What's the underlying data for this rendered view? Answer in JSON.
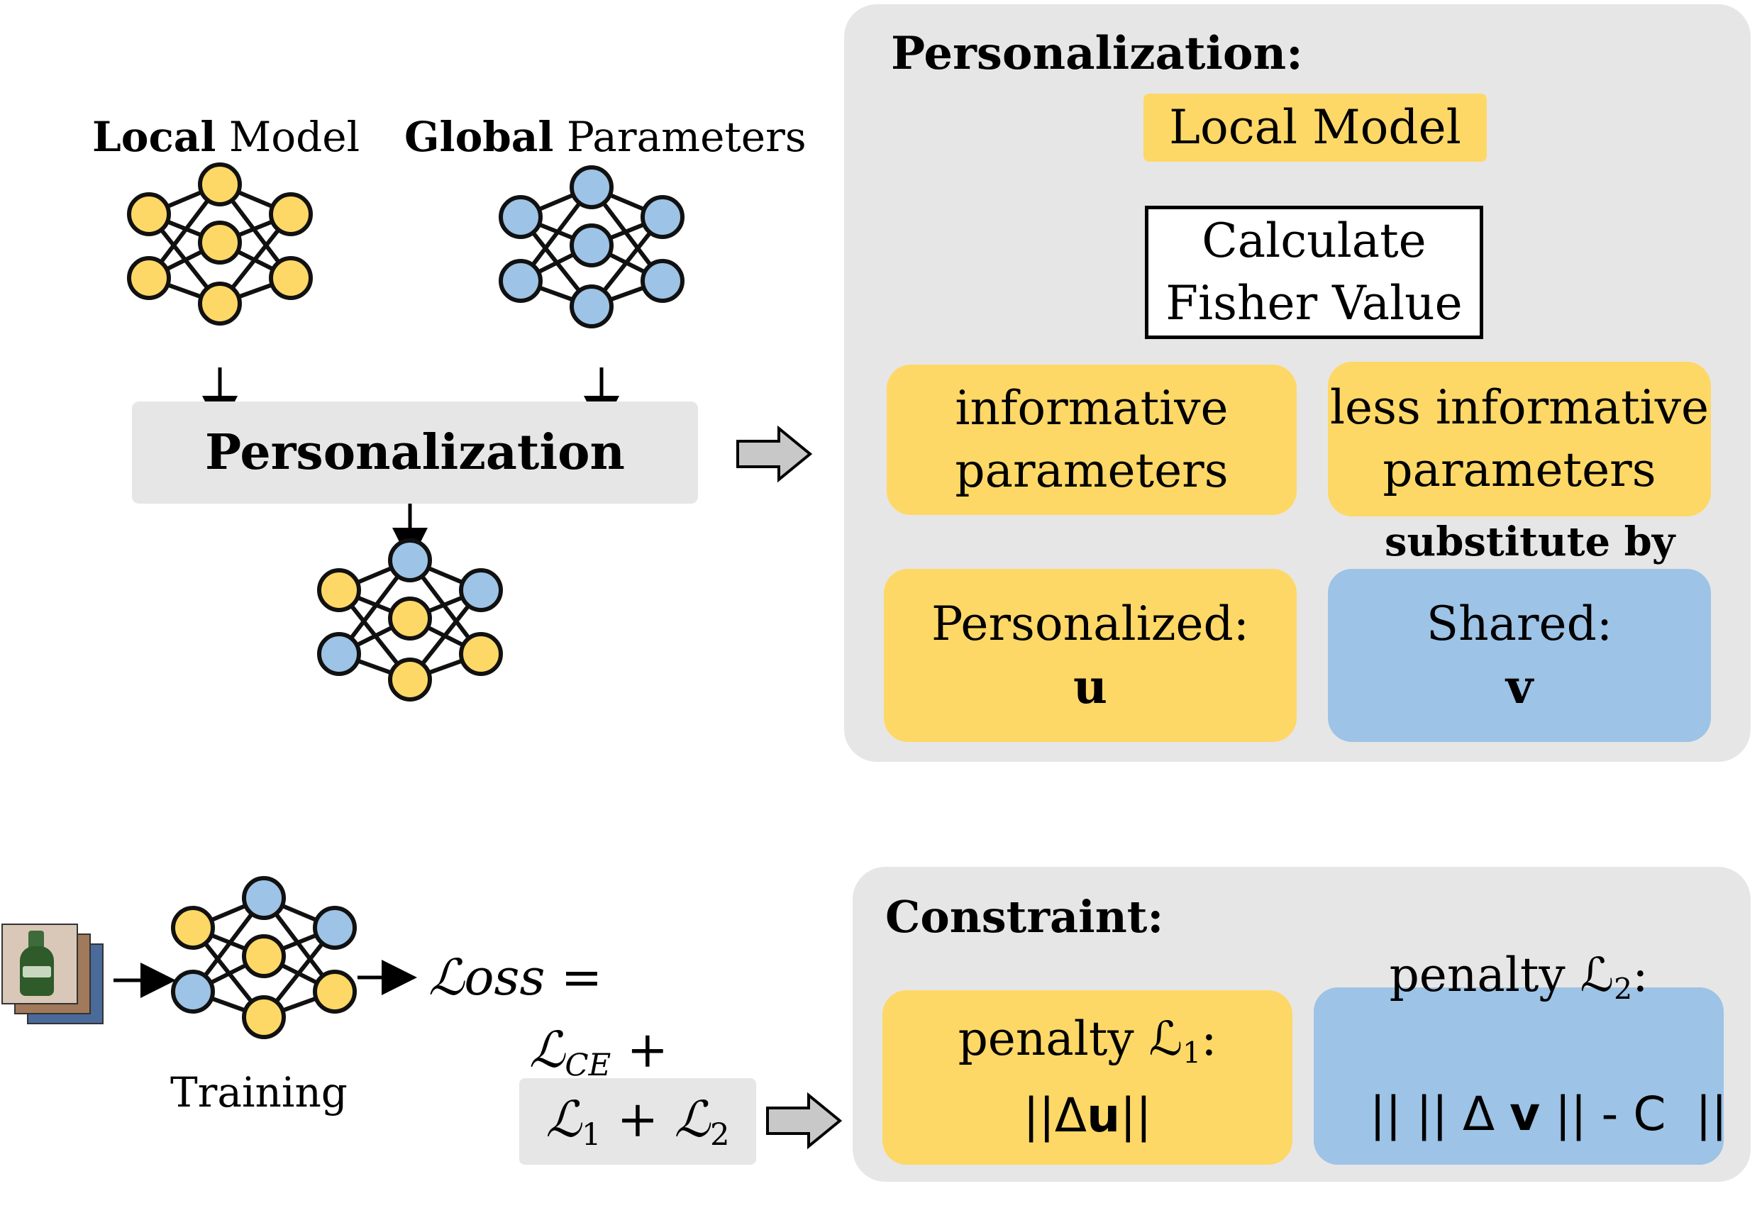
{
  "left": {
    "local_bold": "Local",
    "local_rest": " Model",
    "global_bold": "Global",
    "global_rest": " Parameters",
    "personalization": "Personalization"
  },
  "personalization_panel": {
    "title": "Personalization:",
    "local_model": "Local Model",
    "calculate_line1": "Calculate",
    "calculate_line2": "Fisher Value",
    "informative_line1": "informative",
    "informative_line2": "parameters",
    "less_line1": "less informative",
    "less_line2": "parameters",
    "substitute": "substitute by",
    "personalized_label": "Personalized:",
    "personalized_var": "u",
    "shared_label": "Shared:",
    "shared_var": "v"
  },
  "training": {
    "label": "Training",
    "loss_symbol": "ℒoss",
    "equals": " =",
    "lce_symbol": "ℒ",
    "lce_sub": "CE",
    "plus": " +",
    "l1_symbol": "ℒ",
    "l1_sub": "1",
    "plus2": " + ",
    "l2_symbol": "ℒ",
    "l2_sub": "2"
  },
  "constraint_panel": {
    "title": "Constraint:",
    "penalty1_label": "penalty ℒ",
    "penalty1_sub": "1",
    "penalty1_colon": ":",
    "penalty1_formula_prefix": "||Δ",
    "penalty1_formula_var": "u",
    "penalty1_formula_suffix": "||",
    "penalty2_label": "penalty ℒ",
    "penalty2_sub": "2",
    "penalty2_colon": ":",
    "penalty2_formula_prefix": "|| || Δ ",
    "penalty2_formula_var": "v",
    "penalty2_formula_suffix": " || - C  ||"
  },
  "colors": {
    "yellow": "#fdd866",
    "blue": "#9dc3e6",
    "panel_gray": "#e7e6e6",
    "node_stroke": "#111111"
  },
  "icons": {
    "network_local": "neural-network-icon (all yellow nodes)",
    "network_global": "neural-network-icon (all blue nodes)",
    "network_mixed": "neural-network-icon (mixed yellow/blue nodes)",
    "network_training": "neural-network-icon (mixed yellow/blue nodes)",
    "image_stack": "image-stack-icon (bottle photo)",
    "hollow_arrow": "hollow-right-arrow-icon"
  }
}
